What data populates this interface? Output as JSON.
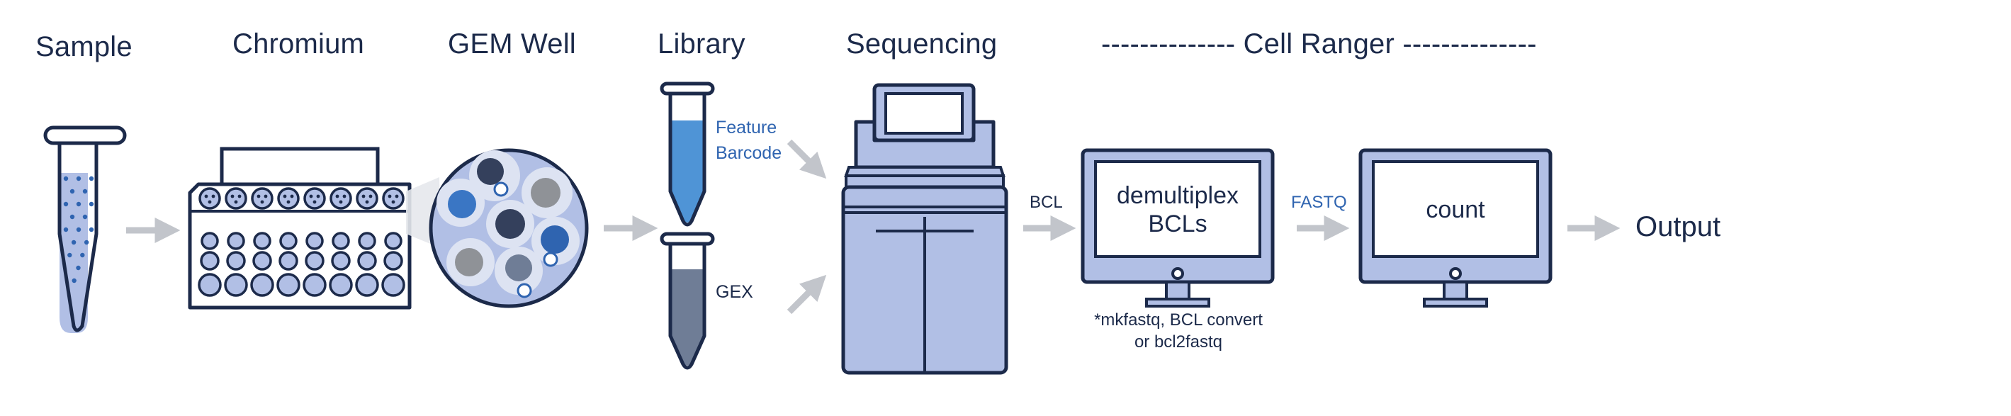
{
  "stages": {
    "sample": "Sample",
    "chromium": "Chromium",
    "gem_well": "GEM Well",
    "library": "Library",
    "sequencing": "Sequencing",
    "cell_ranger": "-------------- Cell Ranger --------------"
  },
  "library": {
    "feature_barcode": "Feature\nBarcode",
    "gex": "GEX"
  },
  "flow_labels": {
    "bcl": "BCL",
    "fastq": "FASTQ",
    "output": "Output"
  },
  "monitors": {
    "demultiplex": "demultiplex\nBCLs",
    "demultiplex_note": "*mkfastq, BCL convert\nor bcl2fastq",
    "count": "count"
  },
  "colors": {
    "navy": "#1c2a4a",
    "light_blue": "#b1bfe5",
    "mid_blue": "#4f94d6",
    "blue_label": "#2f64b0",
    "gray_arrow": "#c2c5cb",
    "slate": "#6f7d96"
  }
}
